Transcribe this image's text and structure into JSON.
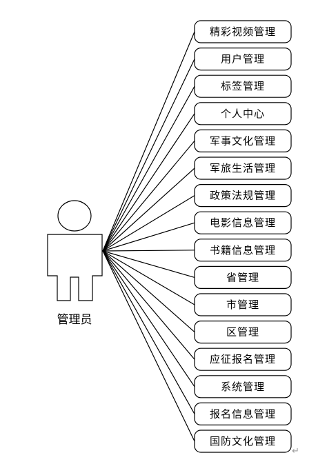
{
  "actor": {
    "label": "管理员"
  },
  "use_cases": [
    "精彩视频管理",
    "用户管理",
    "标签管理",
    "个人中心",
    "军事文化管理",
    "军旅生活管理",
    "政策法规管理",
    "电影信息管理",
    "书籍信息管理",
    "省管理",
    "市管理",
    "区管理",
    "应征报名管理",
    "系统管理",
    "报名信息管理",
    "国防文化管理"
  ],
  "return_mark": "↵",
  "colors": {
    "line": "#000000",
    "background": "#ffffff"
  }
}
